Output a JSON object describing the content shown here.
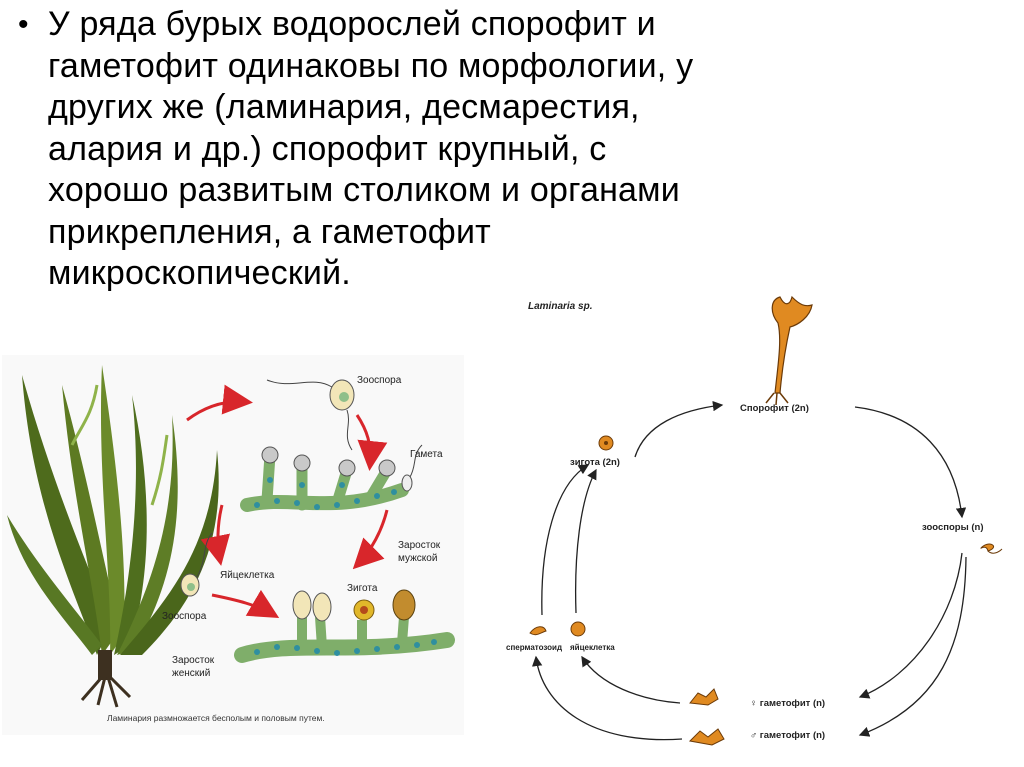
{
  "slide": {
    "bullet_lines": [
      "У ряда бурых водорослей спорофит и",
      "гаметофит одинаковы по морфологии, у",
      "других же (ламинария, десмарестия,",
      "алария и др.) спорофит крупный, с",
      "хорошо развитым столиком и органами",
      "прикрепления, а гаметофит",
      "микроскопический."
    ]
  },
  "left_figure": {
    "labels": {
      "zoospore_top": "Зооспора",
      "gamete": "Гамета",
      "male_growth_1": "Заросток",
      "male_growth_2": "мужской",
      "egg": "Яйцеклетка",
      "zygote": "Зигота",
      "zoospore_left": "Зооспора",
      "female_growth_1": "Заросток",
      "female_growth_2": "женский"
    },
    "caption": "Ламинария размножается бесполым и половым путем."
  },
  "right_figure": {
    "title": "Laminaria sp.",
    "labels": {
      "sporophyte": "Спорофит (2n)",
      "zygote": "зигота (2n)",
      "zoospores": "зооспоры (n)",
      "sperm": "сперматозоид",
      "egg": "яйцеклетка",
      "female_gametophyte": "♀ гаметофит (n)",
      "male_gametophyte": "♂ гаметофит (n)"
    }
  }
}
